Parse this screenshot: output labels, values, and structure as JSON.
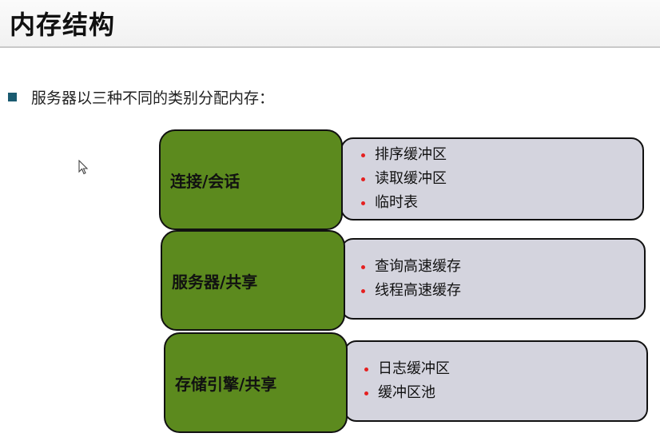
{
  "title": "内存结构",
  "intro": "服务器以三种不同的类别分配内存：",
  "groups": [
    {
      "label": "连接/会话",
      "items": [
        "排序缓冲区",
        "读取缓冲区",
        "临时表"
      ]
    },
    {
      "label": "服务器/共享",
      "items": [
        "查询高速缓存",
        "线程高速缓存"
      ]
    },
    {
      "label": "存储引擎/共享",
      "items": [
        "日志缓冲区",
        "缓冲区池"
      ]
    }
  ],
  "colors": {
    "green": "#5c8a1e",
    "gray": "#d4d4de",
    "bullet_dot": "#e52020",
    "bullet_square": "#1a5b70"
  },
  "icons": {
    "cursor": "mouse-pointer-icon",
    "square_bullet": "square-bullet-icon",
    "dot_bullet": "red-dot-icon"
  }
}
